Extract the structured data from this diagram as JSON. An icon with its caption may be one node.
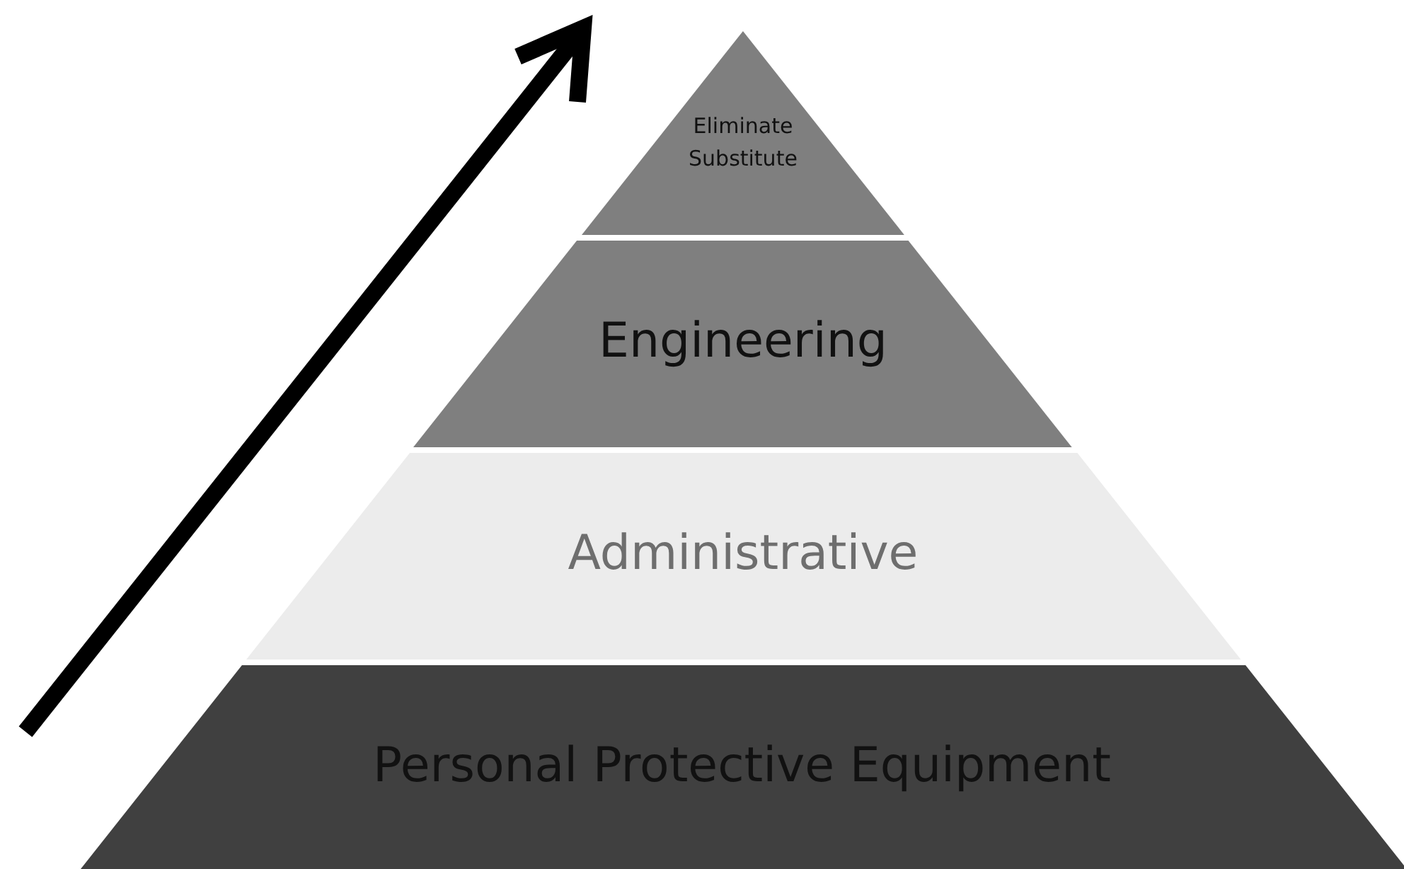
{
  "diagram": {
    "nodes": [
      {
        "text": [
          "Eliminate",
          "Substitute"
        ]
      },
      {
        "text": [
          "Engineering"
        ]
      },
      {
        "text": [
          "Administrative"
        ]
      },
      {
        "text": [
          "Personal Protective Equipment"
        ]
      }
    ]
  }
}
